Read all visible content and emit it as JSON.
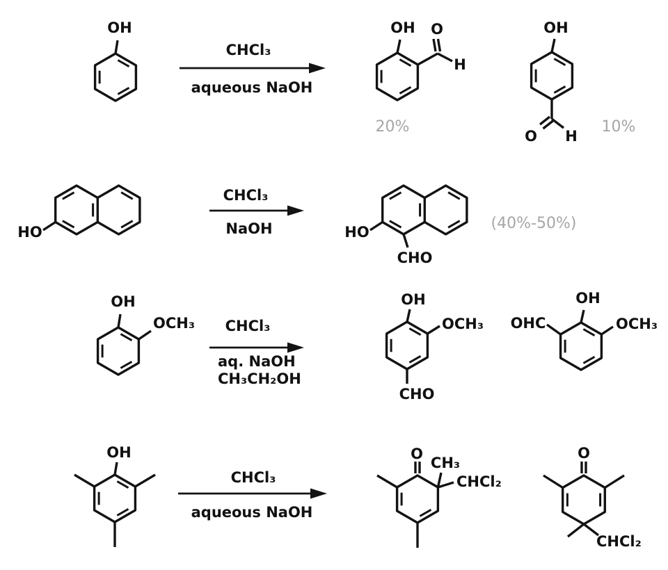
{
  "colors": {
    "ink": "#131313",
    "yield_gray": "#a6a6a6",
    "background": "#ffffff"
  },
  "reactions": [
    {
      "reactant": {
        "labels": {
          "oh": "OH"
        }
      },
      "conditions": {
        "above": "CHCl₃",
        "below": "aqueous NaOH"
      },
      "products": [
        {
          "labels": {
            "oh": "OH",
            "o": "O",
            "h": "H"
          },
          "yield": "20%"
        },
        {
          "labels": {
            "oh": "OH",
            "o": "O",
            "h": "H"
          },
          "yield": "10%"
        }
      ]
    },
    {
      "reactant": {
        "labels": {
          "ho": "HO"
        }
      },
      "conditions": {
        "above": "CHCl₃",
        "below": "NaOH"
      },
      "products": [
        {
          "labels": {
            "ho": "HO",
            "cho": "CHO"
          },
          "yield": "(40%-50%)"
        }
      ]
    },
    {
      "reactant": {
        "labels": {
          "oh": "OH",
          "och3": "OCH₃"
        }
      },
      "conditions": {
        "above": "CHCl₃",
        "below": "aq. NaOH",
        "below2": "CH₃CH₂OH"
      },
      "products": [
        {
          "labels": {
            "oh": "OH",
            "och3": "OCH₃",
            "cho": "CHO"
          }
        },
        {
          "labels": {
            "ohc": "OHC",
            "oh": "OH",
            "och3": "OCH₃"
          }
        }
      ]
    },
    {
      "reactant": {
        "labels": {
          "oh": "OH"
        }
      },
      "conditions": {
        "above": "CHCl₃",
        "below": "aqueous NaOH"
      },
      "products": [
        {
          "labels": {
            "o": "O",
            "ch3": "CH₃",
            "chcl2": "CHCl₂"
          }
        },
        {
          "labels": {
            "o": "O",
            "chcl2": "CHCl₂"
          }
        }
      ]
    }
  ]
}
